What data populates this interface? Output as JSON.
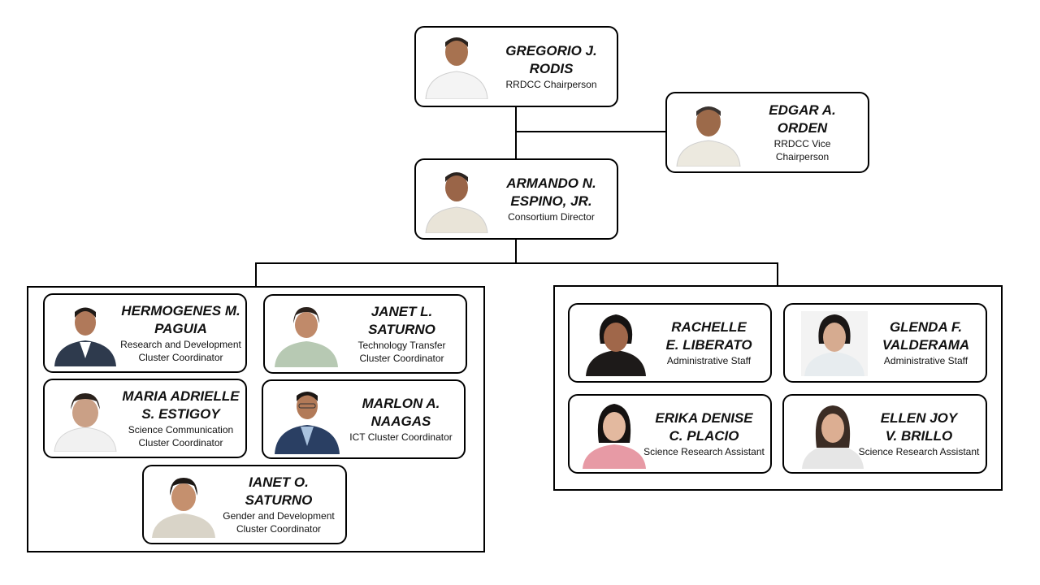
{
  "org": {
    "chair": {
      "name": "GREGORIO J. RODIS",
      "role": "RRDCC Chairperson"
    },
    "vice": {
      "name": "EDGAR A. ORDEN",
      "role": "RRDCC Vice Chairperson"
    },
    "director": {
      "name": "ARMANDO N. ESPINO, JR.",
      "role": "Consortium Director"
    },
    "clusters": [
      {
        "name": "HERMOGENES M. PAGUIA",
        "role": "Research and Development Cluster Coordinator"
      },
      {
        "name": "JANET L. SATURNO",
        "role": "Technology Transfer Cluster Coordinator"
      },
      {
        "name": "MARIA ADRIELLE S. ESTIGOY",
        "role": "Science Communication Cluster Coordinator"
      },
      {
        "name": "MARLON A. NAAGAS",
        "role": "ICT Cluster Coordinator"
      },
      {
        "name": "IANET O. SATURNO",
        "role": "Gender and Development Cluster Coordinator"
      }
    ],
    "staff": [
      {
        "name": "RACHELLE E. LIBERATO",
        "role": "Administrative Staff"
      },
      {
        "name": "GLENDA F. VALDERAMA",
        "role": "Administrative Staff"
      },
      {
        "name": "ERIKA DENISE C. PLACIO",
        "role": "Science Research Assistant"
      },
      {
        "name": "ELLEN JOY V. BRILLO",
        "role": "Science Research Assistant"
      }
    ]
  }
}
